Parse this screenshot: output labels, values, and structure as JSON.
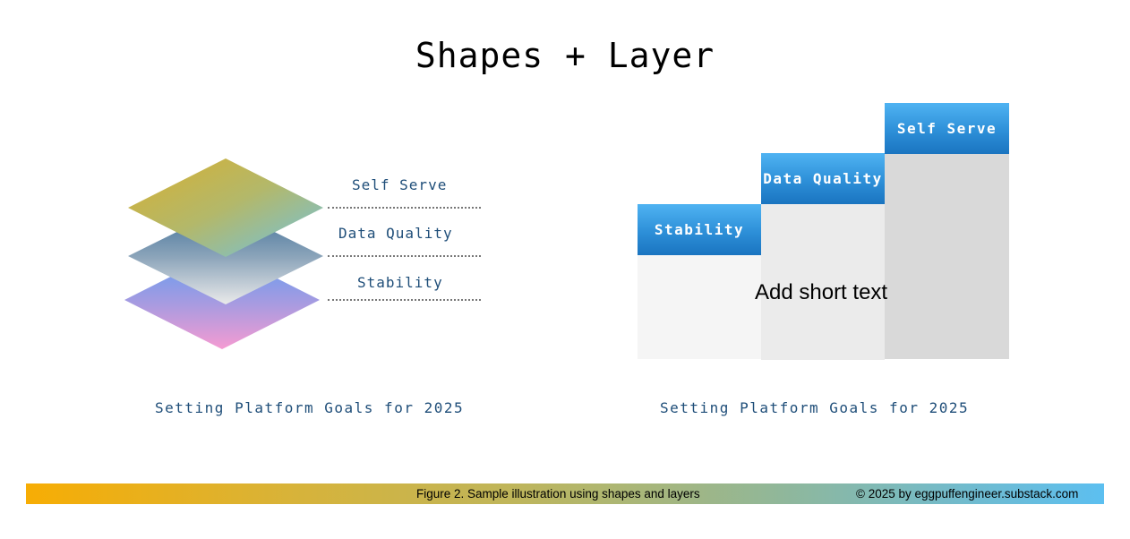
{
  "title": "Shapes + Layer",
  "layer_diagram": {
    "labels": [
      "Self Serve",
      "Data Quality",
      "Stability"
    ],
    "caption": "Setting Platform Goals for 2025"
  },
  "step_diagram": {
    "steps": [
      "Stability",
      "Data Quality",
      "Self Serve"
    ],
    "body_text": "Add short text",
    "caption": "Setting Platform Goals for 2025"
  },
  "footer": {
    "caption": "Figure 2. Sample illustration using shapes and layers",
    "copyright": "© 2025 by eggpuffengineer.substack.com"
  },
  "colors": {
    "text_blue": "#1f4e79",
    "step_header": "#2d8fd8"
  }
}
